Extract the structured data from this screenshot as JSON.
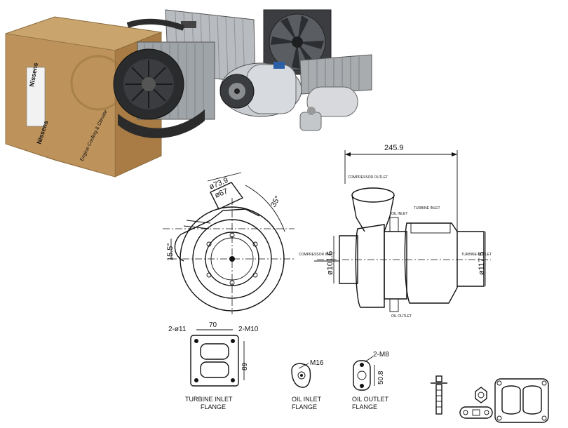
{
  "product_box": {
    "brand_top": "Nissens",
    "brand_side": "Nissens",
    "side_text": "Engine Cooling & Climate"
  },
  "drawing": {
    "dim_top": "245.9",
    "dim_d739": "ø73.9",
    "dim_d67": "ø67",
    "dim_angle35": "35°",
    "dim_angle155": "15.5°",
    "dim_d1016": "ø101.6",
    "dim_d1175": "ø117.5",
    "note_compressor_outlet": "COMPRESSOR OUTLET",
    "note_compressor_inlet": "COMPRESSOR INLET",
    "note_turbine_inlet": "TURBINE INLET",
    "note_turbine_outlet": "TURBINE OUTLET",
    "note_oil_inlet": "OIL INLET",
    "note_oil_outlet": "OIL OUTLET"
  },
  "flanges": {
    "turbine": {
      "dim_holes": "2-ø11",
      "dim_width": "70",
      "dim_threads": "2-M10",
      "dim_height": "89",
      "caption_line1": "TURBINE INLET",
      "caption_line2": "FLANGE"
    },
    "oil_inlet": {
      "dim_thread": "M16",
      "caption_line1": "OIL INLET",
      "caption_line2": "FLANGE"
    },
    "oil_outlet": {
      "dim_threads": "2-M8",
      "dim_height": "50.8",
      "caption_line1": "OIL OUTLET",
      "caption_line2": "FLANGE"
    }
  }
}
